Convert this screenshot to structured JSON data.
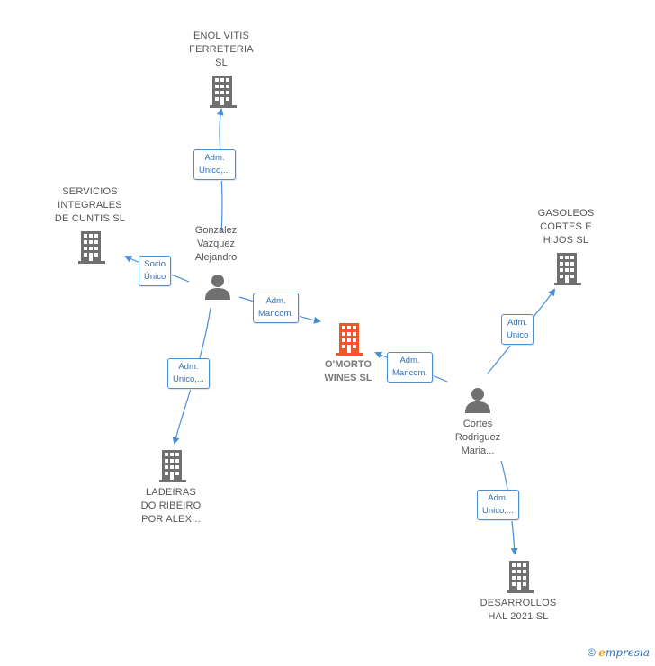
{
  "nodes": {
    "enol": {
      "label": "ENOL VITIS\nFERRETERIA\nSL"
    },
    "servicios": {
      "label": "SERVICIOS\nINTEGRALES\nDE CUNTIS SL"
    },
    "gonzalez": {
      "label": "Gonzalez\nVazquez\nAlejandro"
    },
    "gasoleos": {
      "label": "GASOLEOS\nCORTES E\nHIJOS  SL"
    },
    "omorto": {
      "label": "O'MORTO\nWINES  SL"
    },
    "cortes": {
      "label": "Cortes\nRodriguez\nMaria..."
    },
    "ladeiras": {
      "label": "LADEIRAS\nDO RIBEIRO\nPOR ALEX..."
    },
    "desarrollos": {
      "label": "DESARROLLOS\nHAL 2021  SL"
    }
  },
  "edges": {
    "gonzalez_enol": "Adm.\nUnico,...",
    "gonzalez_servicios": "Socio\nÚnico",
    "gonzalez_omorto": "Adm.\nMancom.",
    "gonzalez_ladeiras": "Adm.\nUnico,...",
    "cortes_omorto": "Adm.\nMancom.",
    "cortes_gasoleos": "Adm.\nUnico",
    "cortes_desarrollos": "Adm.\nUnico,..."
  },
  "footer": {
    "copyright": "©",
    "brand": "mpresia",
    "brand_initial": "e"
  },
  "colors": {
    "edge": "#4a8fd6",
    "company": "#707070",
    "focus_company": "#f0562a",
    "person": "#707070"
  }
}
